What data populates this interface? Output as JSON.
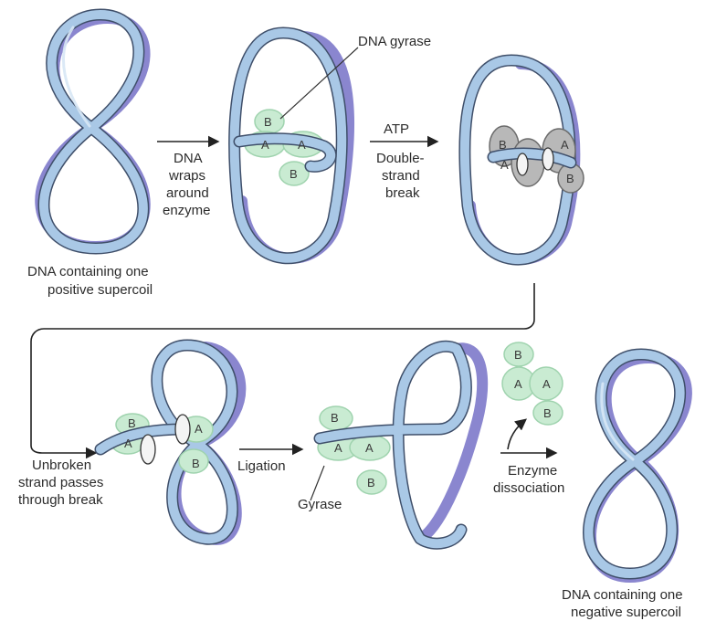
{
  "labels": {
    "dna_gyrase": "DNA gyrase",
    "step1": [
      "DNA",
      "wraps",
      "around",
      "enzyme"
    ],
    "atp": "ATP",
    "step2": [
      "Double-",
      "strand",
      "break"
    ],
    "start_caption": [
      "DNA containing one",
      "positive supercoil"
    ],
    "step3": [
      "Unbroken",
      "strand passes",
      "through break"
    ],
    "ligation": "Ligation",
    "gyrase": "Gyrase",
    "step5": [
      "Enzyme",
      "dissociation"
    ],
    "end_caption": [
      "DNA containing one",
      "negative supercoil"
    ]
  },
  "subunits": {
    "a": "A",
    "b": "B"
  },
  "colors": {
    "dna_fill": "#a9c8e6",
    "dna_outline": "#3f4f6a",
    "dna_backbone": "#8a86cf",
    "enzyme": "#c9ebd2",
    "cut_subunit": "#b8b8b8"
  }
}
